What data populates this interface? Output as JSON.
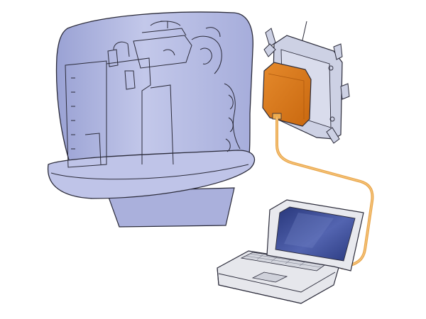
{
  "illustration": {
    "colors": {
      "engine_fill": "#b7bde3",
      "engine_highlight": "#d6daf0",
      "engine_shadow": "#8f97cc",
      "line": "#2b2b3a",
      "ecu_module": "#d9791f",
      "ecu_module_dark": "#b85f12",
      "ecu_bracket": "#c9cde0",
      "cable": "#f0ad4e",
      "laptop_body": "#e8e9ee",
      "laptop_screen": "#2e3f86",
      "laptop_screen_glare": "#6f80c4"
    },
    "components": [
      "outboard-engine",
      "engine-control-unit",
      "diagnostic-cable",
      "laptop-computer"
    ]
  }
}
